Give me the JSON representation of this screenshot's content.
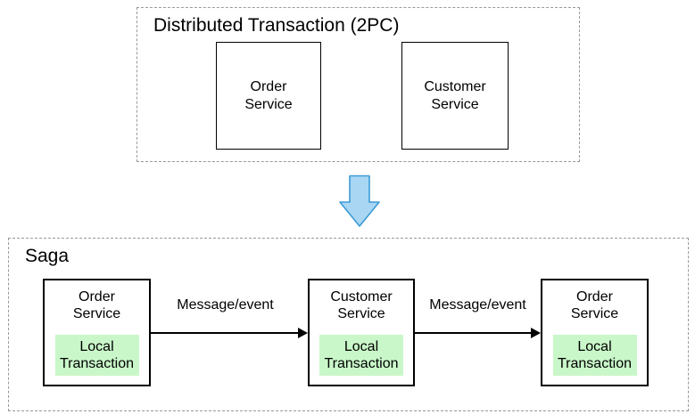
{
  "colors": {
    "background": "#ffffff",
    "text_color": "#000000",
    "dashed_border": "#999999",
    "node_border": "#000000",
    "local_fill": "#c9f7c9",
    "arrow_fill": "#a9d7f3",
    "arrow_border": "#3d9bd6",
    "flow_color": "#000000"
  },
  "two_pc": {
    "title": "Distributed Transaction (2PC)",
    "boxes": [
      {
        "label": "Order\nService"
      },
      {
        "label": "Customer\nService"
      }
    ]
  },
  "transition": {
    "icon": "down-arrow"
  },
  "saga": {
    "title": "Saga",
    "services": [
      {
        "label": "Order\nService",
        "local_label": "Local\nTransaction"
      },
      {
        "label": "Customer\nService",
        "local_label": "Local\nTransaction"
      },
      {
        "label": "Order\nService",
        "local_label": "Local\nTransaction"
      }
    ],
    "flows": [
      {
        "label": "Message/event"
      },
      {
        "label": "Message/event"
      }
    ]
  }
}
